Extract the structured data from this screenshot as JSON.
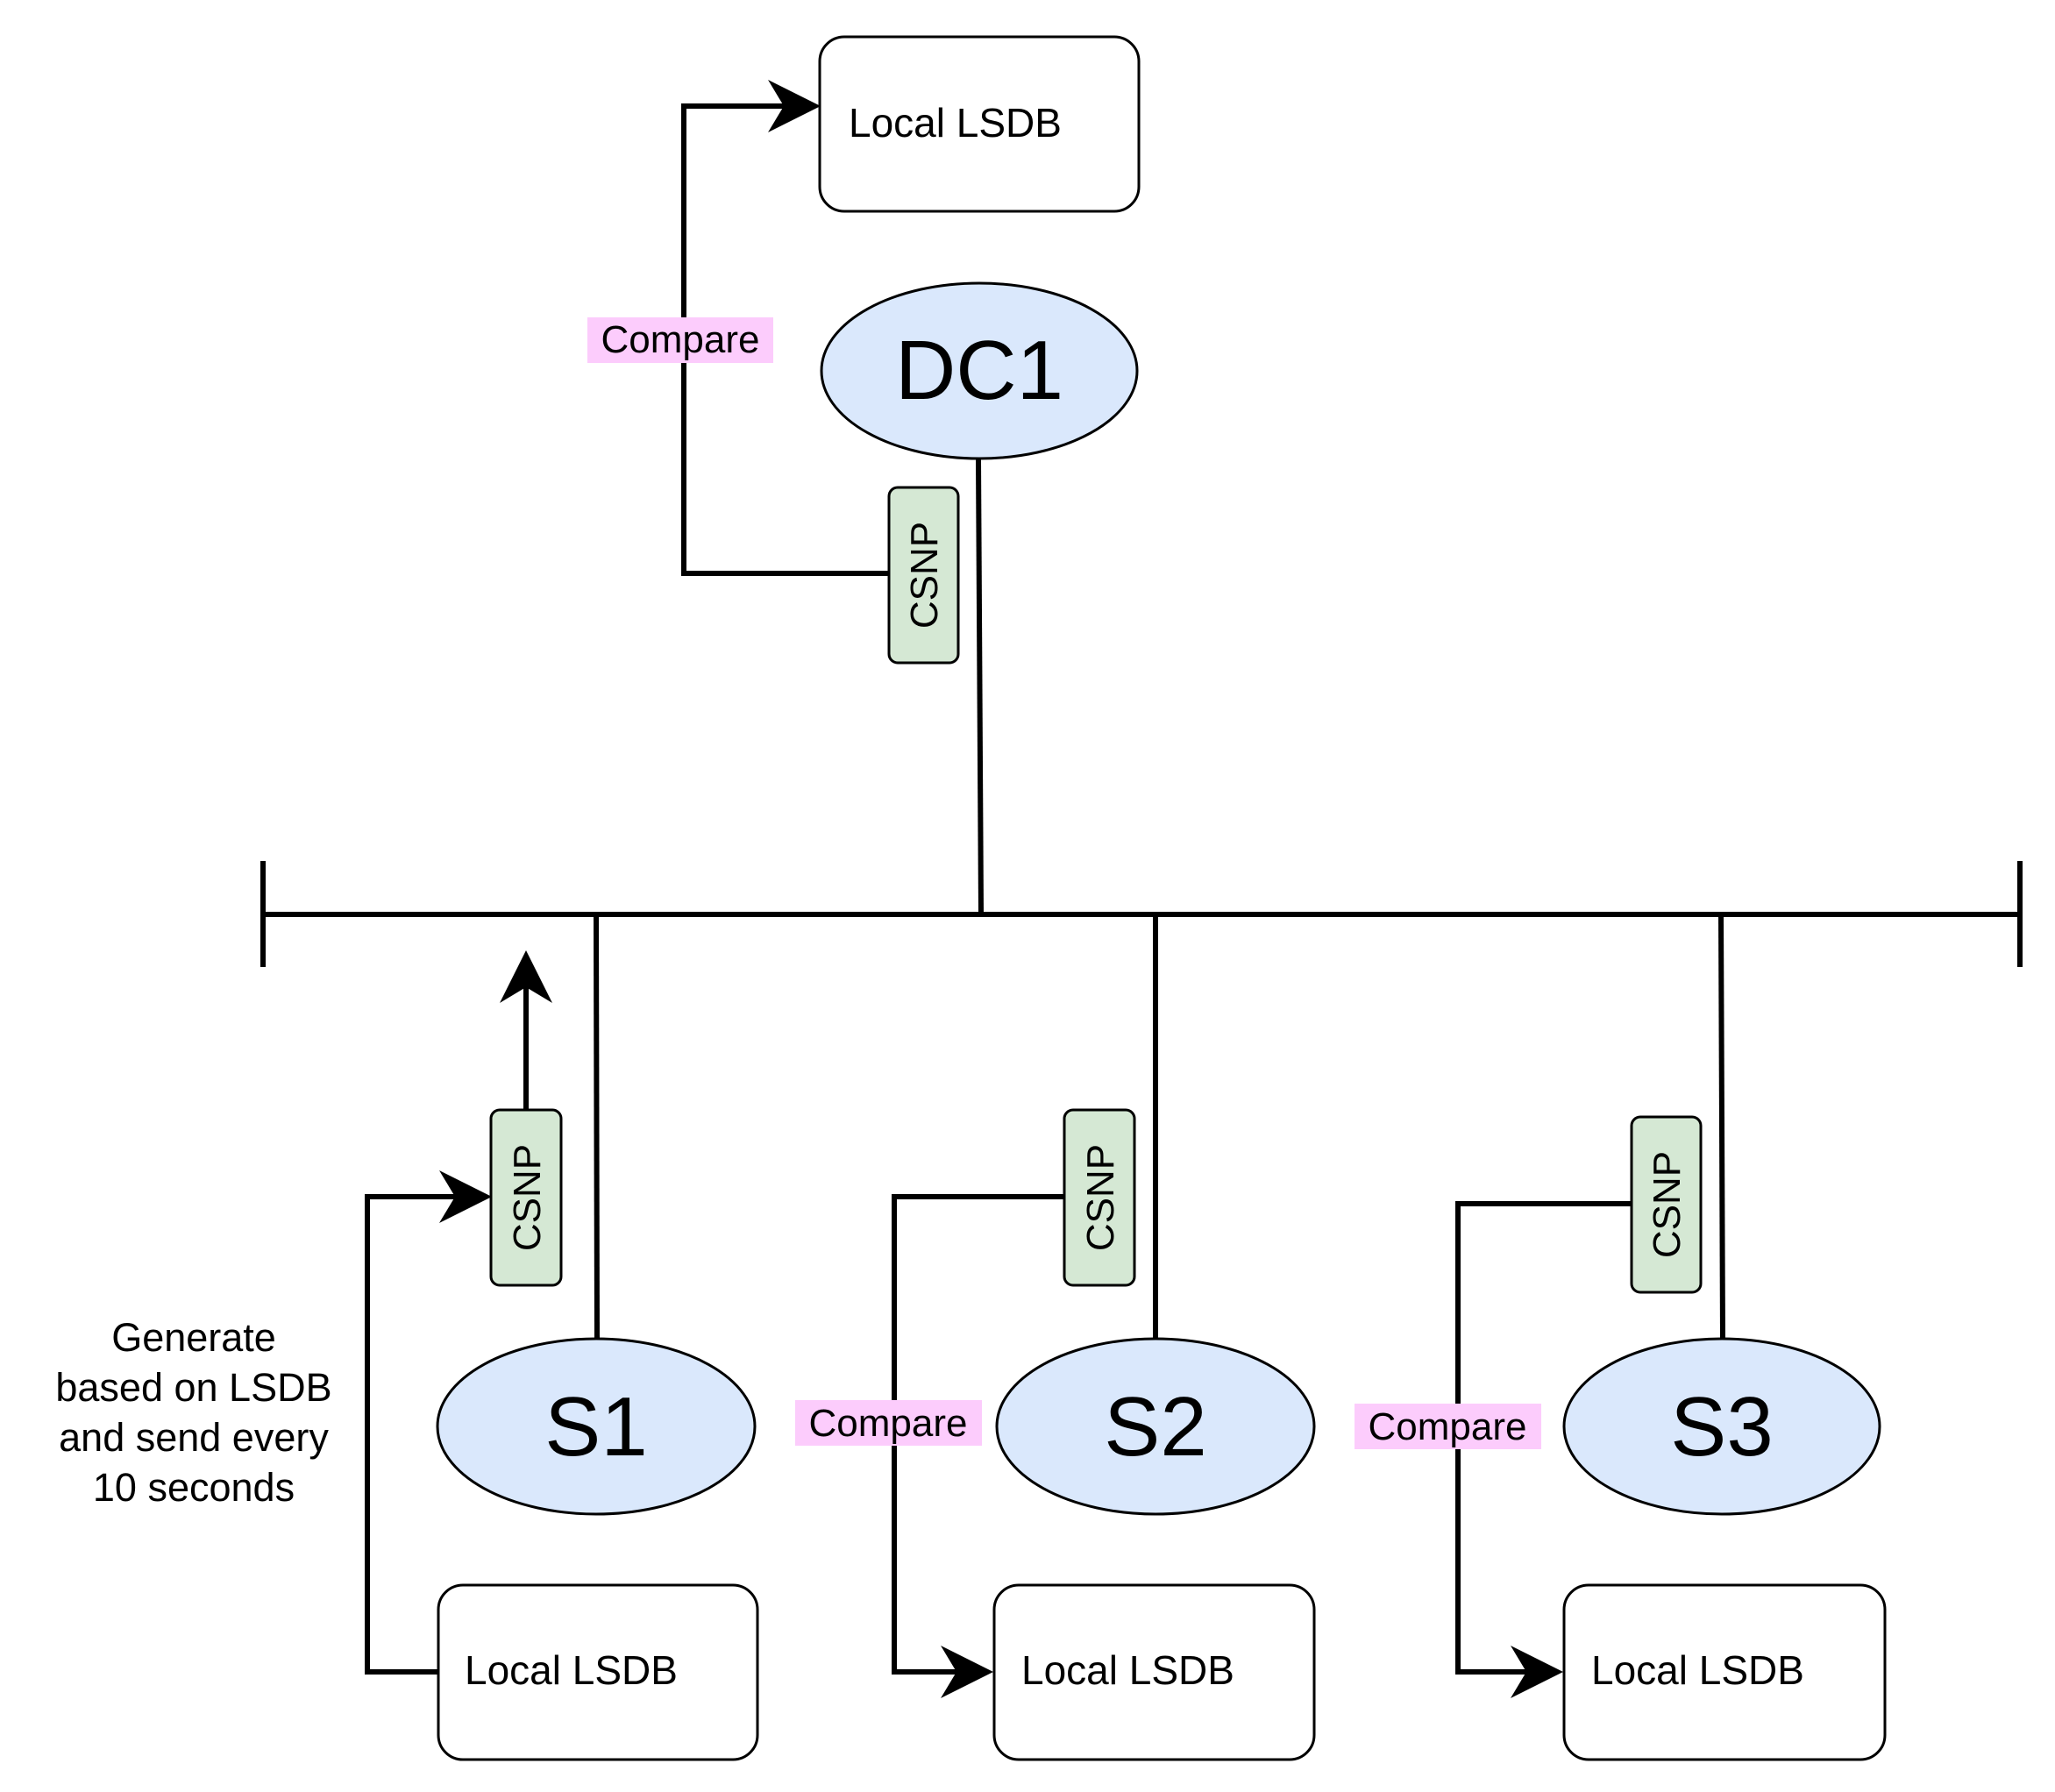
{
  "colors": {
    "node_fill": "#dae8fc",
    "csnp_fill": "#d5e8d4",
    "compare_fill": "#fcccfc",
    "box_fill": "#ffffff",
    "stroke": "#000000"
  },
  "nodes": {
    "dc1": "DC1",
    "s1": "S1",
    "s2": "S2",
    "s3": "S3"
  },
  "lsdb": {
    "dc1": "Local LSDB",
    "s1": "Local LSDB",
    "s2": "Local LSDB",
    "s3": "Local LSDB"
  },
  "csnp": {
    "dc1": "CSNP",
    "s1": "CSNP",
    "s2": "CSNP",
    "s3": "CSNP"
  },
  "compare": {
    "dc1": "Compare",
    "s2": "Compare",
    "s3": "Compare"
  },
  "note": {
    "line1": "Generate",
    "line2": "based on LSDB",
    "line3": "and send every",
    "line4": "10 seconds"
  }
}
